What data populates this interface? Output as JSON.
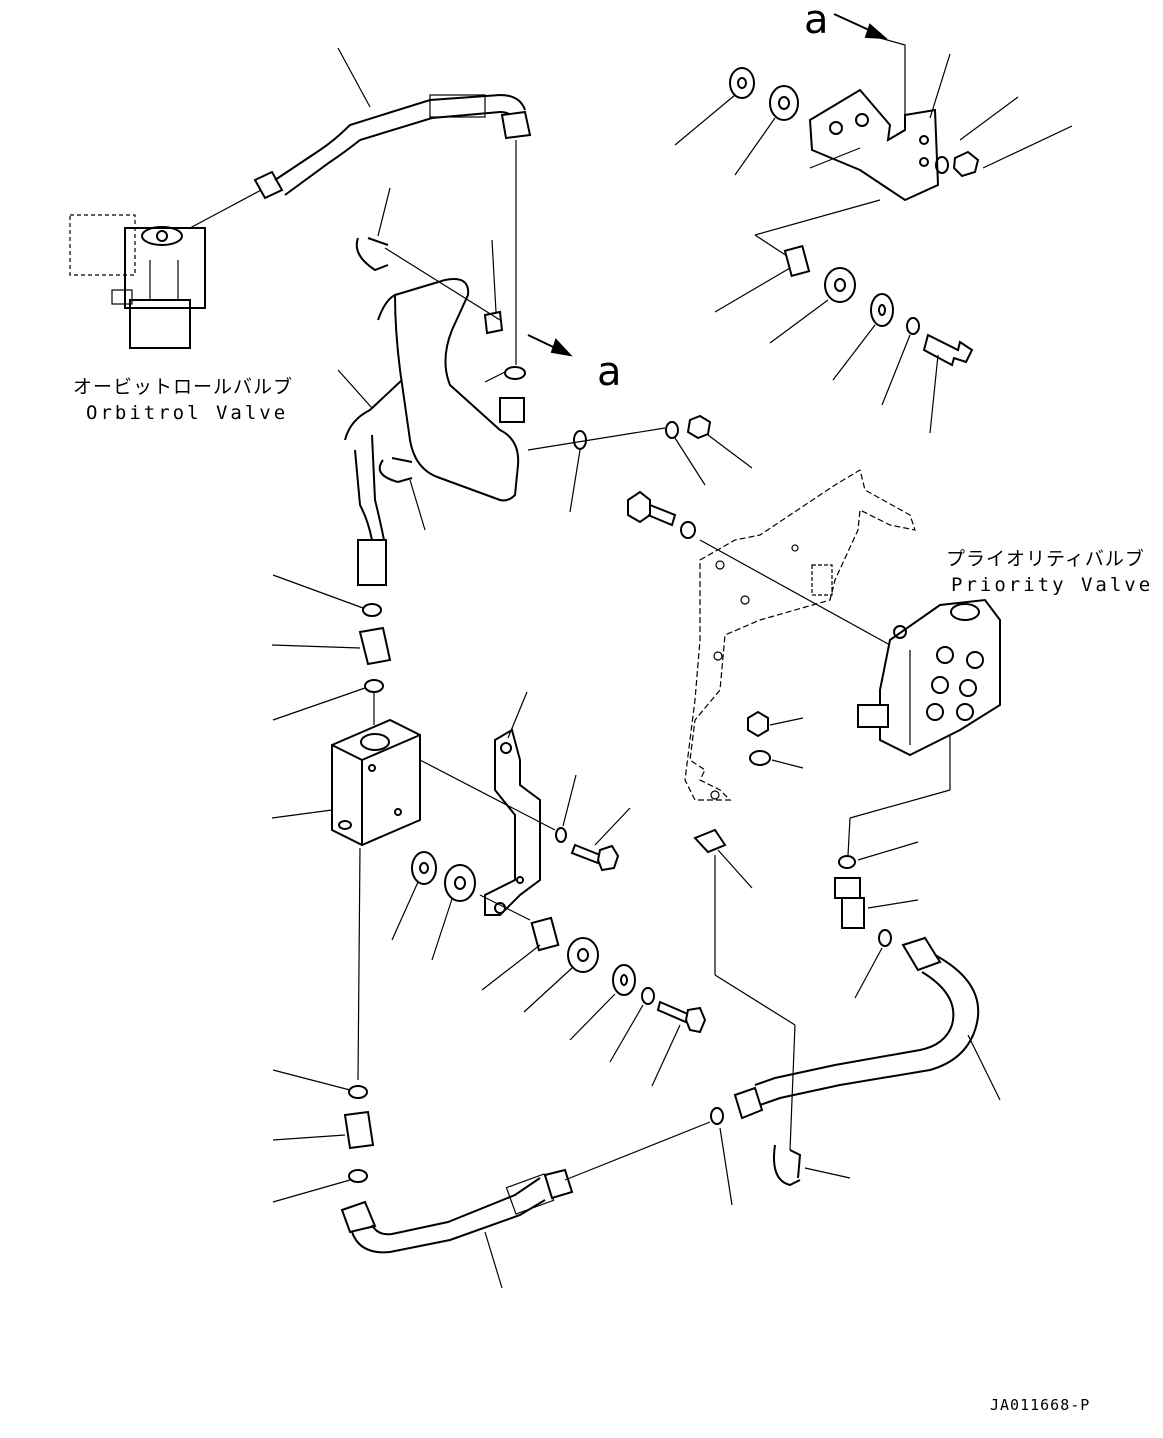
{
  "labels": {
    "orbitrol_jp": "オービットロールバルブ",
    "orbitrol_en": "Orbitrol Valve",
    "priority_jp": "プライオリティバルブ",
    "priority_en": "Priority Valve",
    "ref_a_top": "a",
    "ref_a_mid": "a"
  },
  "drawing_code": "JA011668-P"
}
